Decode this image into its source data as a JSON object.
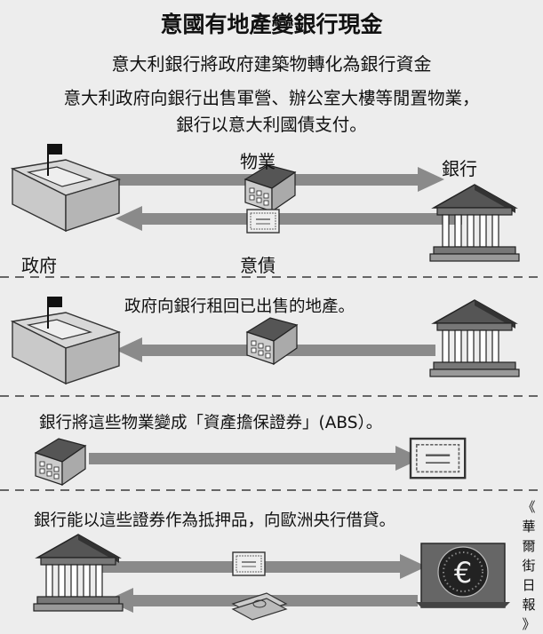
{
  "header": {
    "title": "意國有地產變銀行現金",
    "subtitle": "意大利銀行將政府建築物轉化為銀行資金",
    "description_line1": "意大利政府向銀行出售軍營、辦公室大樓等閒置物業，",
    "description_line2": "銀行以意大利國債支付。"
  },
  "step1": {
    "label_property": "物業",
    "label_bank": "銀行",
    "label_government": "政府",
    "label_bond": "意債"
  },
  "step2": {
    "text": "政府向銀行租回已出售的地產。"
  },
  "step3": {
    "text": "銀行將這些物業變成「資產擔保證券」(ABS）。"
  },
  "step4": {
    "text": "銀行能以這些證券作為抵押品，向歐洲央行借貸。"
  },
  "credit": {
    "chars": [
      "《",
      "華",
      "爾",
      "街",
      "日",
      "報",
      "》"
    ]
  },
  "icons": {
    "government": "government-building-icon",
    "bank": "bank-building-icon",
    "property": "warehouse-icon",
    "bond": "bond-certificate-icon",
    "ecb": "euro-central-bank-icon",
    "banknotes": "euro-banknote-icon"
  }
}
